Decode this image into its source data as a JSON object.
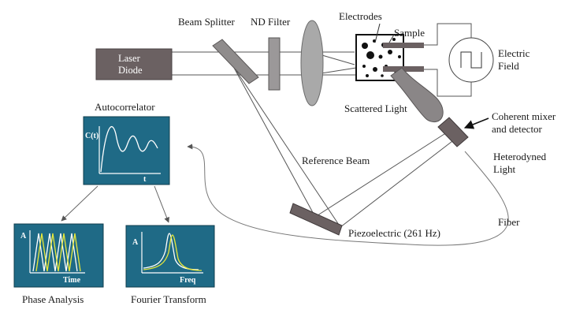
{
  "labels": {
    "laser_diode_line1": "Laser",
    "laser_diode_line2": "Diode",
    "beam_splitter": "Beam Splitter",
    "nd_filter": "ND Filter",
    "electrodes": "Electrodes",
    "sample": "Sample",
    "electric_field_line1": "Electric",
    "electric_field_line2": "Field",
    "scattered_light": "Scattered Light",
    "coherent_mixer_line1": "Coherent mixer",
    "coherent_mixer_line2": "and detector",
    "heterodyned_line1": "Heterodyned",
    "heterodyned_line2": "Light",
    "reference_beam": "Reference Beam",
    "piezoelectric": "Piezoelectric (261 Hz)",
    "fiber": "Fiber",
    "autocorrelator": "Autocorrelator",
    "phase_analysis": "Phase Analysis",
    "fourier_transform": "Fourier Transform"
  },
  "plots": {
    "autocorrelator": {
      "ylabel": "C(t)",
      "xlabel": "t"
    },
    "phase": {
      "ylabel": "A",
      "xlabel": "Time"
    },
    "fourier": {
      "ylabel": "A",
      "xlabel": "Freq"
    }
  },
  "colors": {
    "panel": "#1f6a86",
    "device_fill": "#6b6162",
    "optic_fill": "#a9a9a9",
    "line": "#555555",
    "trace_white": "#ffffff",
    "trace_yellow": "#e8e83a"
  }
}
